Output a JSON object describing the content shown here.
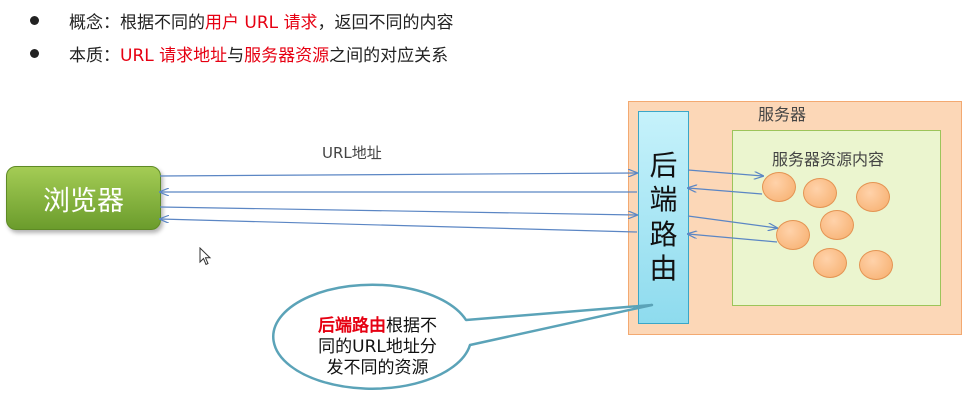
{
  "bullets": [
    {
      "prefix": "概念：根据不同的",
      "hl1": "用户 URL 请求",
      "mid": "，返回不同的内容",
      "hl2": "",
      "suffix": ""
    },
    {
      "prefix": "本质：",
      "hl1": "URL 请求地址",
      "mid": "与",
      "hl2": "服务器资源",
      "suffix": "之间的对应关系"
    }
  ],
  "diagram": {
    "browser_label": "浏览器",
    "url_label": "URL地址",
    "server_label": "服务器",
    "resource_label": "服务器资源内容",
    "router_chars": [
      "后",
      "端",
      "路",
      "由"
    ],
    "callout": {
      "bold": "后端路由",
      "rest_line1": "根据不",
      "line2": "同的URL地址分",
      "line3": "发不同的资源"
    }
  },
  "colors": {
    "highlight": "#e60012",
    "browser": "#7cab36",
    "server_bg": "#fcd7b7",
    "resource_bg": "#ebf5cf",
    "router_bg": "#a8e6f4",
    "arrow": "#5b86c4",
    "callout_border": "#5ba3b8"
  }
}
